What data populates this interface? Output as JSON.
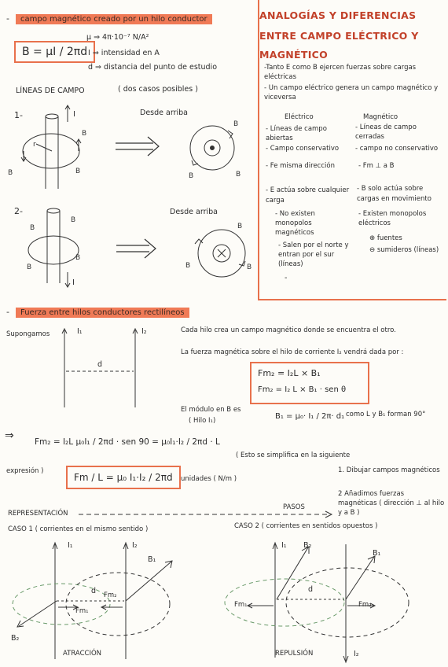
{
  "s1": {
    "heading": "campo magnético creado por un hilo conductor",
    "formula_B": "B = μI / 2πd",
    "mu_def": "μ ⇒ 4π·10⁻⁷ N/A²",
    "I_def": "I ⇒ intensidad en A",
    "d_def": "d ⇒ distancia del punto de estudio",
    "lineas_title": "LÍNEAS DE CAMPO",
    "lineas_note": "( dos casos posibles )",
    "case1_num": "1-",
    "case2_num": "2-",
    "desde_arriba_1": "Desde arriba",
    "desde_arriba_2": "Desde arriba",
    "lbl_I": "I",
    "lbl_B": "B",
    "lbl_r": "r"
  },
  "analog": {
    "title_line1": "ANALOGÍAS Y DIFERENCIAS",
    "title_line2": "ENTRE CAMPO ELÉCTRICO Y",
    "title_line3": "MAGNÉTICO",
    "p1": "-Tanto E como B ejercen fuerzas sobre cargas eléctricas",
    "p2": "- Un campo eléctrico genera un campo magnético y viceversa",
    "col_e": "Eléctrico",
    "col_m": "Magnético",
    "e1": "- Líneas de campo abiertas",
    "m1": "- Líneas de campo cerradas",
    "e2": "- Campo conservativo",
    "m2": "- campo no conservativo",
    "e3": "- Fe misma dirección",
    "m3": "- Fm ⊥ a B",
    "e4": "- E actúa sobre cualquier carga",
    "m4": "- B solo actúa sobre cargas en movimiento",
    "e5": "- No existen monopolos magnéticos",
    "m5": "- Existen monopolos eléctricos",
    "e6": "- Salen por el norte y entran por el sur (líneas)",
    "m6a": "⊕ fuentes",
    "m6b": "⊖ sumideros (líneas)",
    "dash": "-"
  },
  "s2": {
    "heading": "Fuerza entre hilos conductores rectilíneos",
    "supongamos": "Supongamos",
    "I1": "I₁",
    "I2": "I₂",
    "d": "d",
    "p1": "Cada hilo crea un campo magnético donde se encuentra el otro.",
    "p2": "La fuerza magnética sobre el hilo de corriente I₂ vendrá dada por :",
    "box_eq1": "Fm₂ = I₂L × B₁",
    "box_eq2": "Fm₂ = I₂ L × B₁ · sen θ",
    "modulo": "El módulo en B es",
    "hilo": "( Hilo I₁)",
    "B1_eq": "B₁ = μ₀· I₁ / 2π· d₁",
    "angle_note": "como L y B₁ forman 90°",
    "arrow": "⇒",
    "fm2_eq": "Fm₂ = I₂L μ₀I₁ / 2πd · sen 90 = μ₀I₁·I₂ / 2πd · L",
    "fm2_note": "( Esto se simplifica en la siguiente",
    "expresion": "expresión )",
    "box_fm": "Fm / L = μ₀ I₁·I₂ / 2πd",
    "unidades": "unidades ( N/m )",
    "pasos_1": "1. Dibujar campos magnéticos",
    "pasos_2": "2 Añadimos fuerzas magnéticas ( dirección ⊥ al hilo y a B )",
    "representacion": "REPRESENTACIÓN",
    "pasos": "PASOS",
    "caso1": "CASO 1 ( corrientes en el mismo sentido )",
    "caso2": "CASO 2 ( corrientes en sentidos opuestos )",
    "atraccion": "ATRACCIÓN",
    "repulsion": "REPULSIÓN",
    "B1": "B₁",
    "B2": "B₂",
    "fm1": "Fm₁",
    "fm2": "Fm₂"
  }
}
